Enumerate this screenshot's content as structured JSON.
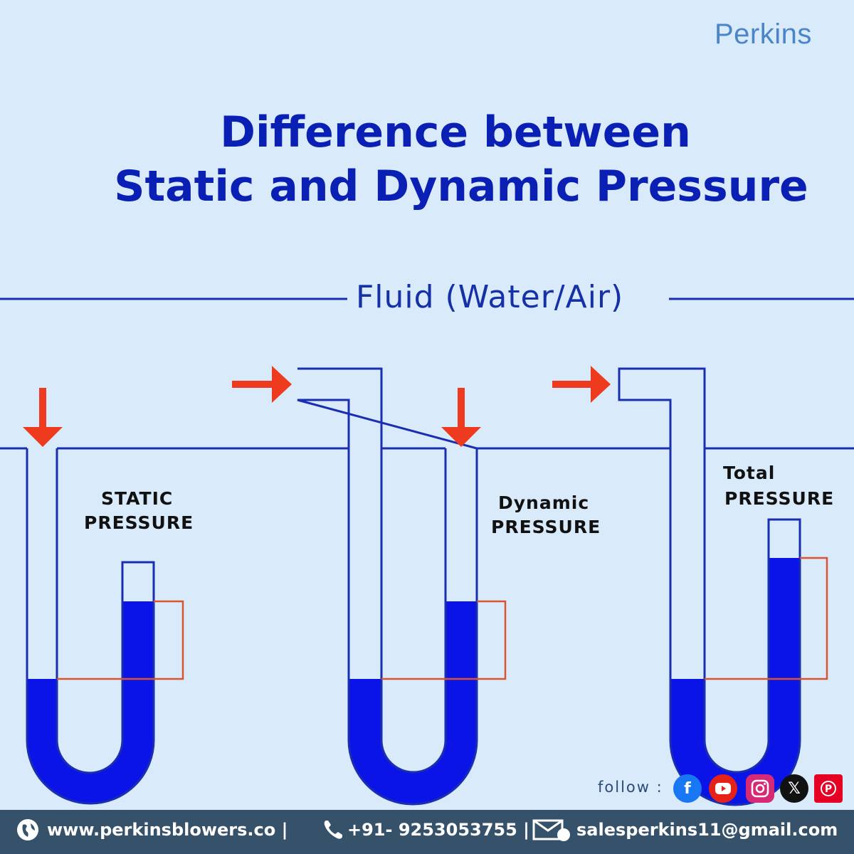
{
  "brand": {
    "name": "Perkins",
    "tagline": ""
  },
  "title": {
    "line1": "Difference between",
    "line2": "Static and Dynamic Pressure"
  },
  "fluid_label": "Fluid (Water/Air)",
  "manometers": [
    {
      "label_line1": "STATIC",
      "label_line2": "PRESSURE"
    },
    {
      "label_line1": "Dynamic",
      "label_line2": "PRESSURE"
    },
    {
      "label_line1": "Total",
      "label_line2": "PRESSURE"
    }
  ],
  "follow": {
    "label": "follow :",
    "icons": [
      "facebook-icon",
      "youtube-icon",
      "instagram-icon",
      "x-icon",
      "pinterest-icon"
    ]
  },
  "footer": {
    "website": "www.perkinsblowers.co |",
    "phone": "+91- 9253053755 |",
    "email": "salesperkins11@gmail.com"
  },
  "colors": {
    "background": "#d9eafb",
    "title": "#0a1fb4",
    "liquid": "#0a14e6",
    "tube_outline": "#1a2fb0",
    "arrow": "#ee3a1e",
    "bracket": "#d9552f",
    "footer": "#35526a"
  }
}
